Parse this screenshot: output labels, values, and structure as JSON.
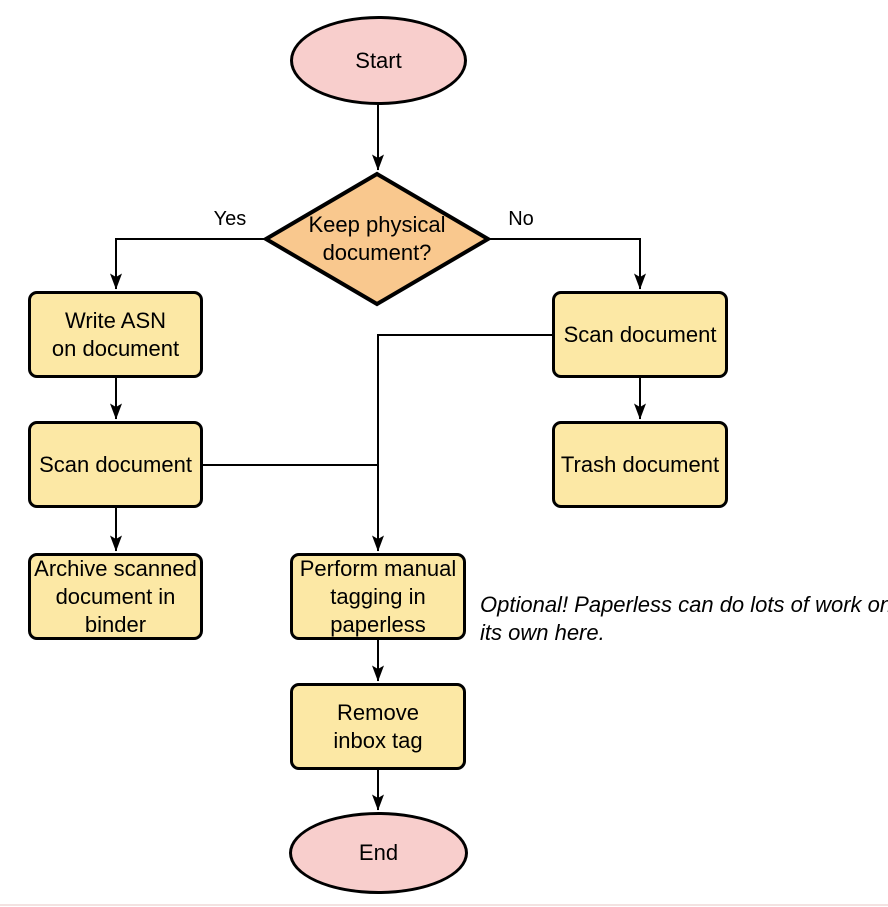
{
  "colors": {
    "terminal": "#f8cecc",
    "process": "#fce8a5",
    "decision": "#f9c88e",
    "stroke": "#000000",
    "text": "#000000",
    "background": "#ffffff"
  },
  "nodes": {
    "start": {
      "type": "terminal",
      "lines": [
        "Start"
      ]
    },
    "decision": {
      "type": "decision",
      "lines": [
        "Keep physical",
        "document?"
      ]
    },
    "write_asn": {
      "type": "process",
      "lines": [
        "Write ASN",
        "on document"
      ]
    },
    "scan_left": {
      "type": "process",
      "lines": [
        "Scan document"
      ]
    },
    "archive": {
      "type": "process",
      "lines": [
        "Archive scanned",
        "document in",
        "binder"
      ]
    },
    "scan_right": {
      "type": "process",
      "lines": [
        "Scan document"
      ]
    },
    "trash": {
      "type": "process",
      "lines": [
        "Trash document"
      ]
    },
    "tagging": {
      "type": "process",
      "lines": [
        "Perform manual",
        "tagging in",
        "paperless"
      ]
    },
    "remove_tag": {
      "type": "process",
      "lines": [
        "Remove",
        "inbox tag"
      ]
    },
    "end": {
      "type": "terminal",
      "lines": [
        "End"
      ]
    }
  },
  "edges": [
    {
      "from": "start",
      "to": "decision",
      "label": ""
    },
    {
      "from": "decision",
      "to": "write_asn",
      "label": "Yes"
    },
    {
      "from": "decision",
      "to": "scan_right",
      "label": "No"
    },
    {
      "from": "write_asn",
      "to": "scan_left",
      "label": ""
    },
    {
      "from": "scan_left",
      "to": "archive",
      "label": ""
    },
    {
      "from": "scan_right",
      "to": "trash",
      "label": ""
    },
    {
      "from": "scan_right",
      "to": "tagging",
      "label": ""
    },
    {
      "from": "scan_left",
      "to": "tagging",
      "label": ""
    },
    {
      "from": "tagging",
      "to": "remove_tag",
      "label": ""
    },
    {
      "from": "remove_tag",
      "to": "end",
      "label": ""
    }
  ],
  "note": {
    "lines": [
      "Optional! Paperless can do lots of work on",
      "its own here."
    ]
  }
}
